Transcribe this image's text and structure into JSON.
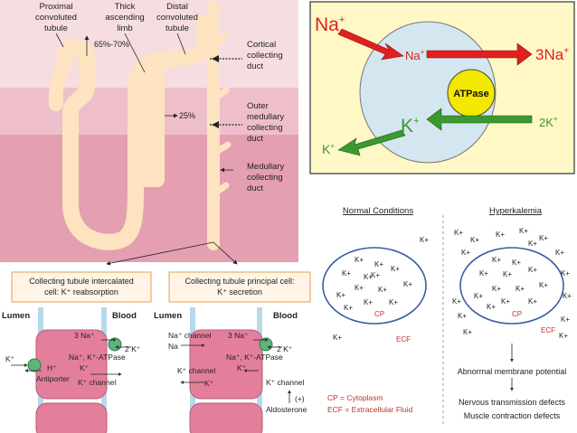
{
  "nephron": {
    "label_pct": "Proximal",
    "label_pct2": "convoluted",
    "label_pct3": "tubule",
    "label_tal": "Thick",
    "label_tal2": "ascending",
    "label_tal3": "limb",
    "label_dct": "Distal",
    "label_dct2": "convoluted",
    "label_dct3": "tubule",
    "pct_reabsorption": "65%-70%",
    "tal_reabsorption": "25%",
    "cortical": [
      "Cortical",
      "collecting",
      "duct"
    ],
    "outer": [
      "Outer",
      "medullary",
      "collecting",
      "duct"
    ],
    "medullary": [
      "Medullary",
      "collecting",
      "duct"
    ],
    "colors": {
      "cortex": "#f6dde2",
      "outer": "#eebfca",
      "inner": "#e49fb1",
      "tubule": "#fde3c0"
    }
  },
  "pump": {
    "na_out": "Na",
    "na_out_sup": "+",
    "na_in": "Na",
    "na_in_sup": "+",
    "na3": "3Na",
    "na3_sup": "+",
    "atpase": "ATPase",
    "k_in": "K",
    "k_in_sup": "+",
    "k_out": "K",
    "k_out_sup": "+",
    "k2": "2K",
    "k2_sup": "+",
    "colors": {
      "panel": "#fff8c6",
      "cell": "#d4e6ef",
      "atpase": "#f2e800",
      "red": "#e0201f",
      "green": "#3a9a2f"
    }
  },
  "cells": {
    "intercalated_title": [
      "Collecting tubule intercalated",
      "cell: K⁺ reabsorption"
    ],
    "principal_title": [
      "Collecting tubule principal cell:",
      "K⁺ secretion"
    ],
    "lumen": "Lumen",
    "blood": "Blood",
    "ic_3na": "3 Na⁺",
    "ic_2k": "2 K⁺",
    "ic_atpase": [
      "Na⁺, K⁺-ATPase"
    ],
    "ic_kplus_left": "K⁺",
    "ic_hplus": "H⁺",
    "ic_antiporter": "Antiporter",
    "ic_kplus2": "K⁺",
    "ic_kchannel": "K⁺ channel",
    "pc_na_channel": "Na⁺ channel",
    "pc_na": "Na",
    "pc_3na": "3 Na⁺",
    "pc_2k": "2 K⁺",
    "pc_atpase": "Na⁺, K⁺-ATPase",
    "pc_kchannel_left": "K⁺ channel",
    "pc_kplus_left": "K⁺",
    "pc_kplus_mid": "K⁺",
    "pc_kchannel_right": "K⁺ channel",
    "pc_plus": "(+)",
    "pc_aldosterone": "Aldosterone"
  },
  "compare": {
    "normal_title": "Normal Conditions",
    "hyper_title": "Hyperkalemia",
    "k": "K+",
    "cp": "CP",
    "ecf": "ECF",
    "legend_cp": "CP = Cytoplasm",
    "legend_ecf": "ECF = Extracellular Fluid",
    "effect1": "Abnormal membrane potential",
    "effect2": "Nervous transmission defects",
    "effect3": "Muscle contraction defects"
  }
}
